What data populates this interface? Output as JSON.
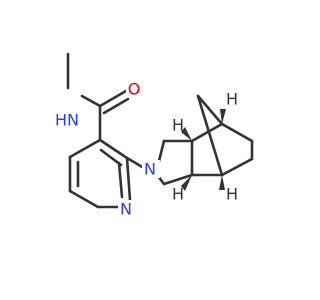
{
  "molecule": {
    "colors": {
      "bond": "#333333",
      "nitrogen": "#2b3cf0",
      "oxygen": "#e00000",
      "hydrogen": "#333333",
      "background": "#ffffff"
    },
    "labels": {
      "amide_nh_h": "H",
      "amide_nh_n": "N",
      "carbonyl_o": "O",
      "ring_n": "N",
      "pyridine_n": "N",
      "stereo_h1": "H",
      "stereo_h2": "H",
      "stereo_h3": "H",
      "stereo_h4": "H"
    }
  }
}
